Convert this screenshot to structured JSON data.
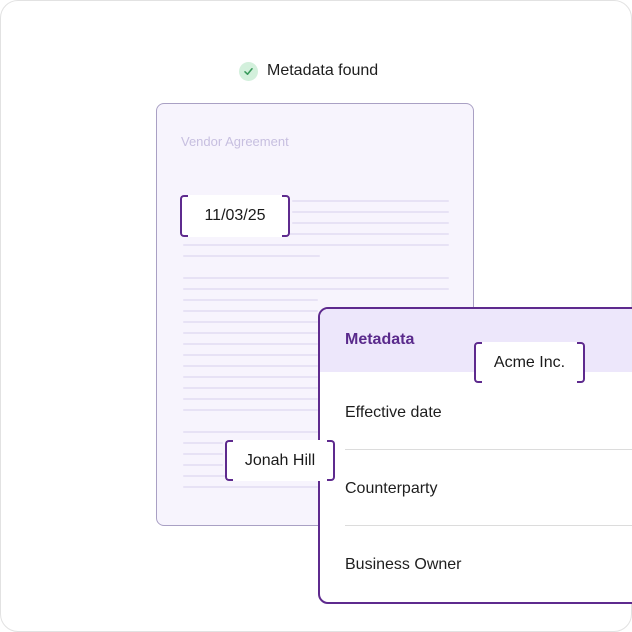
{
  "status": {
    "text": "Metadata found",
    "icon": "check-icon"
  },
  "document": {
    "title": "Vendor Agreement"
  },
  "tags": {
    "date": "11/03/25",
    "company": "Acme Inc.",
    "person": "Jonah Hill"
  },
  "metadata_panel": {
    "title": "Metadata",
    "rows": [
      {
        "label": "Effective date"
      },
      {
        "label": "Counterparty"
      },
      {
        "label": "Business Owner"
      }
    ]
  },
  "colors": {
    "accent": "#5e2a8e",
    "panel_header": "#ede7fb",
    "document_bg": "#f7f4fd",
    "check_bg": "#d3f0dc",
    "check_mark": "#3a9a5c"
  }
}
